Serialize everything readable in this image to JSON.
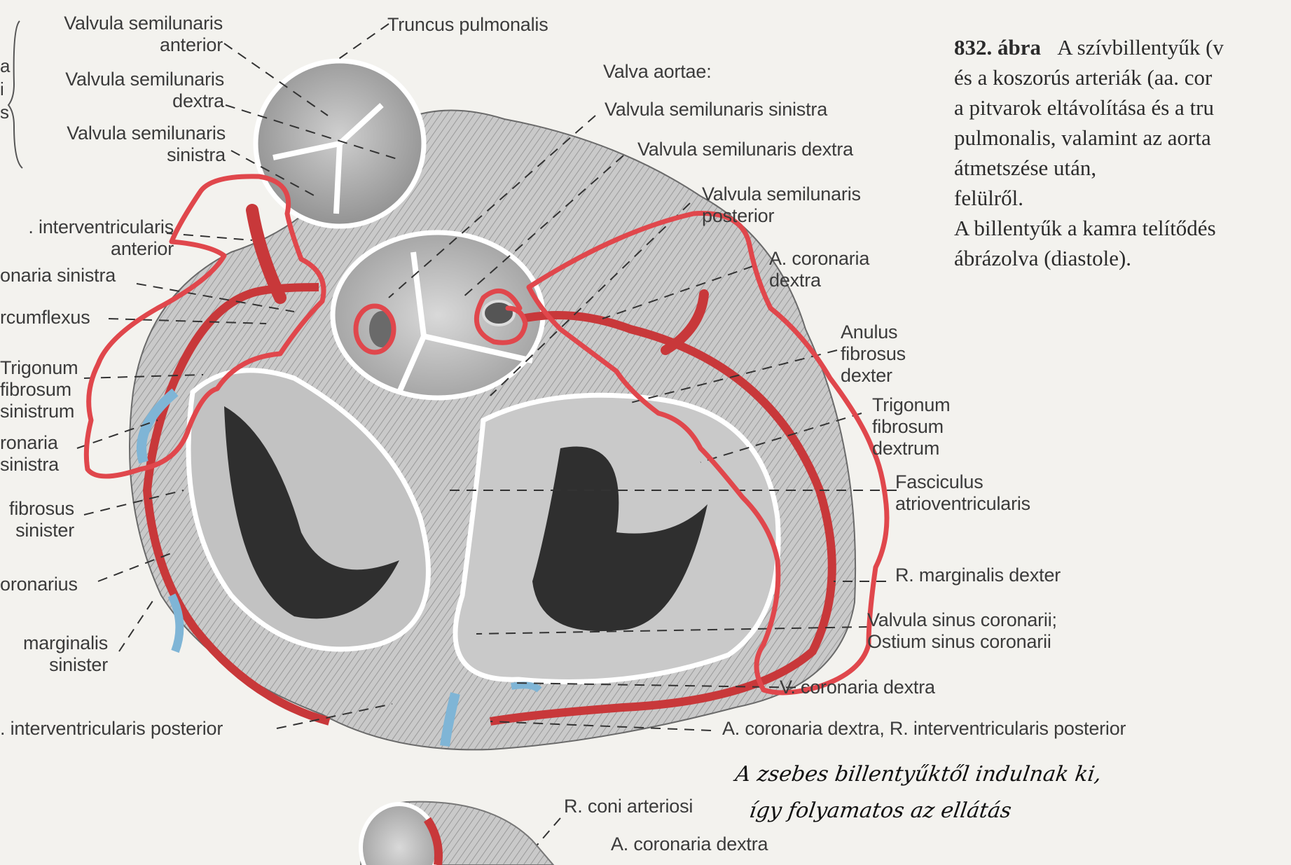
{
  "figure": {
    "number": "832. ábra",
    "caption_lines": [
      "A szívbillentyűk (v",
      "és a koszorús arteriák (aa. cor",
      "a pitvarok eltávolítása és a tru",
      "pulmonalis, valamint az aorta",
      "átmetszése után,",
      "felülről.",
      "A billentyűk a kamra telítődés",
      "ábrázolva (diastole)."
    ]
  },
  "bracket_left": {
    "cut_letters": [
      "a",
      "i",
      "s"
    ]
  },
  "labels_left": {
    "pulm_anterior": [
      "Valvula semilunaris",
      "anterior"
    ],
    "pulm_dextra": [
      "Valvula semilunaris",
      "dextra"
    ],
    "pulm_sinistra": [
      "Valvula semilunaris",
      "sinistra"
    ],
    "r_interventricularis_anterior": [
      ". interventricularis",
      "anterior"
    ],
    "a_coronaria_sinistra": "onaria sinistra",
    "r_circumflexus": "rcumflexus",
    "trigonum_fibrosum_sinistrum": [
      "Trigonum",
      "fibrosum",
      "sinistrum"
    ],
    "v_coronaria_sinistra": [
      "ronaria",
      "sinistra"
    ],
    "anulus_fibrosus_sinister": [
      "fibrosus",
      "sinister"
    ],
    "sinus_coronarius": "oronarius",
    "r_marginalis_sinister": [
      "marginalis",
      "sinister"
    ],
    "r_interventricularis_posterior": ". interventricularis posterior"
  },
  "labels_top": {
    "truncus_pulmonalis": "Truncus pulmonalis",
    "valva_aortae": "Valva aortae:",
    "aortic_sinistra": "Valvula semilunaris sinistra",
    "aortic_dextra": "Valvula semilunaris dextra",
    "aortic_posterior": [
      "Valvula semilunaris",
      "posterior"
    ]
  },
  "labels_right": {
    "a_coronaria_dextra": [
      "A. coronaria",
      "dextra"
    ],
    "anulus_fibrosus_dexter": [
      "Anulus",
      "fibrosus",
      "dexter"
    ],
    "trigonum_fibrosum_dextrum": [
      "Trigonum",
      "fibrosum",
      "dextrum"
    ],
    "fasciculus_atrioventricularis": [
      "Fasciculus",
      "atrioventricularis"
    ],
    "r_marginalis_dexter": "R. marginalis dexter",
    "valvula_sinus_coronarii": [
      "Valvula sinus coronarii;",
      "Ostium sinus coronarii"
    ],
    "v_coronaria_dextra": "V. coronaria dextra",
    "a_coronaria_dextra_posterior": "A. coronaria dextra, R. interventricularis posterior"
  },
  "labels_bottom": {
    "r_coni_arteriosi": "R. coni arteriosi",
    "a_coronaria_dextra": "A. coronaria dextra"
  },
  "handwritten_note": [
    "A zsebes billentyűktől indulnak ki,",
    "így folyamatos az ellátás"
  ],
  "colors": {
    "annotation_red": "#e0474c",
    "artery_red": "#c8383a",
    "vein_blue": "#7fb5d6",
    "paper": "#f3f2ee",
    "text": "#3b3b3b"
  }
}
